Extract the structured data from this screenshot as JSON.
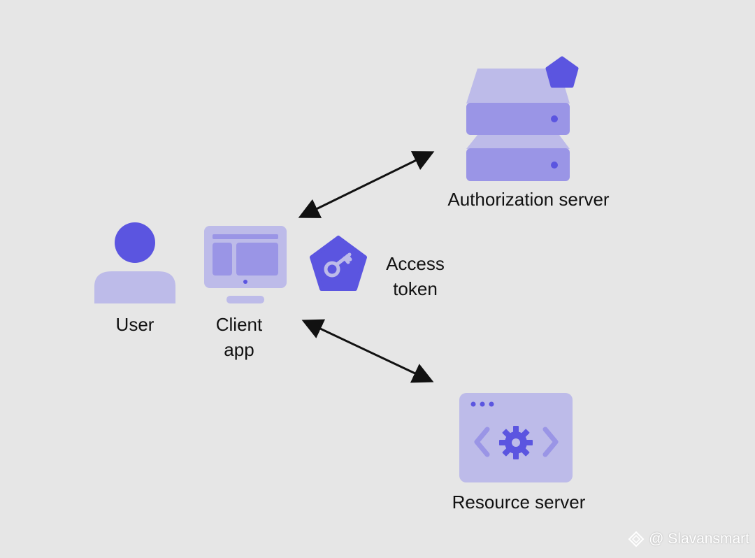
{
  "nodes": {
    "user": {
      "label": "User"
    },
    "client_app": {
      "label_line1": "Client",
      "label_line2": "app"
    },
    "access_token": {
      "label_line1": "Access",
      "label_line2": "token"
    },
    "authorization_server": {
      "label": "Authorization server"
    },
    "resource_server": {
      "label": "Resource server"
    }
  },
  "watermark": {
    "text": "@ Slavansmart"
  },
  "colors": {
    "background": "#e6e6e6",
    "light_purple": "#bdbbe9",
    "mid_purple": "#9a95e6",
    "accent_purple": "#5b55e0",
    "arrow": "#111111"
  },
  "icons": [
    "person-icon",
    "monitor-icon",
    "key-icon",
    "server-stack-icon",
    "shield-pentagon-icon",
    "code-gear-window-icon"
  ]
}
